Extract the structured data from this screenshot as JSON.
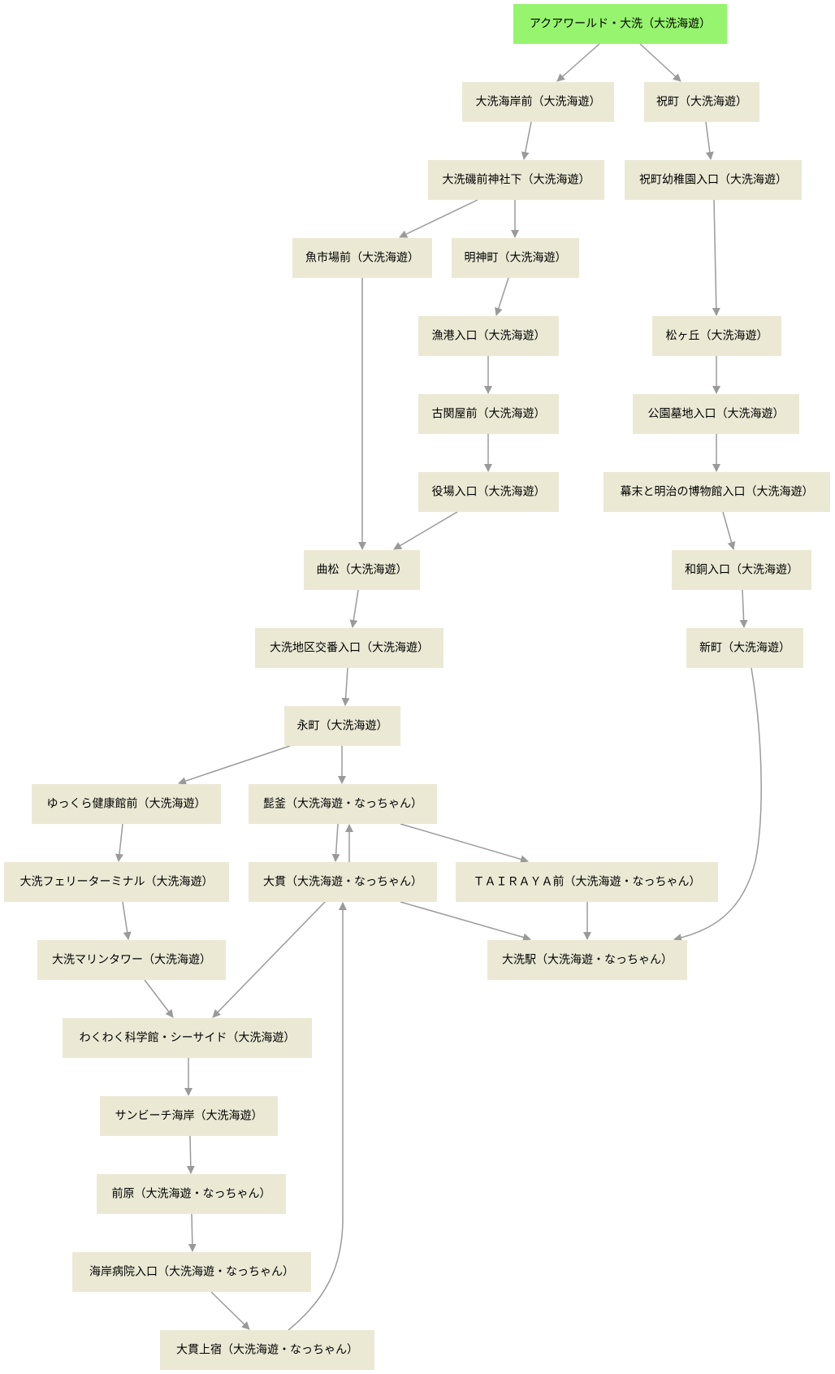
{
  "colors": {
    "node_fill": "#ebe9d4",
    "start_fill": "#96f46e",
    "edge": "#9a9a9a",
    "text": "#000000"
  },
  "nodes": [
    {
      "id": "aquaworld",
      "label": "アクアワールド・大洗（大洗海遊）",
      "start": true
    },
    {
      "id": "kaiganmae",
      "label": "大洗海岸前（大洗海遊）"
    },
    {
      "id": "iwaicho",
      "label": "祝町（大洗海遊）"
    },
    {
      "id": "isosaki",
      "label": "大洗磯前神社下（大洗海遊）"
    },
    {
      "id": "iwai_yochien",
      "label": "祝町幼稚園入口（大洗海遊）"
    },
    {
      "id": "uoichiba",
      "label": "魚市場前（大洗海遊）"
    },
    {
      "id": "myojin",
      "label": "明神町（大洗海遊）"
    },
    {
      "id": "gyoko",
      "label": "漁港入口（大洗海遊）"
    },
    {
      "id": "matsugaoka",
      "label": "松ヶ丘（大洗海遊）"
    },
    {
      "id": "furusekiya",
      "label": "古関屋前（大洗海遊）"
    },
    {
      "id": "koen_bochi",
      "label": "公園墓地入口（大洗海遊）"
    },
    {
      "id": "yakuba",
      "label": "役場入口（大洗海遊）"
    },
    {
      "id": "bakumatsu",
      "label": "幕末と明治の博物館入口（大洗海遊）"
    },
    {
      "id": "magarimatsu",
      "label": "曲松（大洗海遊）"
    },
    {
      "id": "wado",
      "label": "和銅入口（大洗海遊）"
    },
    {
      "id": "koban",
      "label": "大洗地区交番入口（大洗海遊）"
    },
    {
      "id": "shinmachi",
      "label": "新町（大洗海遊）"
    },
    {
      "id": "eicho",
      "label": "永町（大洗海遊）"
    },
    {
      "id": "yukkura",
      "label": "ゆっくら健康館前（大洗海遊）"
    },
    {
      "id": "higegama",
      "label": "髭釜（大洗海遊・なっちゃん）"
    },
    {
      "id": "ferry",
      "label": "大洗フェリーターミナル（大洗海遊）"
    },
    {
      "id": "onuki",
      "label": "大貫（大洗海遊・なっちゃん）"
    },
    {
      "id": "tairaya",
      "label": "ＴＡＩＲＡＹＡ前（大洗海遊・なっちゃん）"
    },
    {
      "id": "marine_tower",
      "label": "大洗マリンタワー（大洗海遊）"
    },
    {
      "id": "oarai_eki",
      "label": "大洗駅（大洗海遊・なっちゃん）"
    },
    {
      "id": "wakuwaku",
      "label": "わくわく科学館・シーサイド（大洗海遊）"
    },
    {
      "id": "sunbeach",
      "label": "サンビーチ海岸（大洗海遊）"
    },
    {
      "id": "maehara",
      "label": "前原（大洗海遊・なっちゃん）"
    },
    {
      "id": "kaigan_byoin",
      "label": "海岸病院入口（大洗海遊・なっちゃん）"
    },
    {
      "id": "onuki_kamijuku",
      "label": "大貫上宿（大洗海遊・なっちゃん）"
    }
  ],
  "edges": [
    {
      "from": "aquaworld",
      "to": "kaiganmae"
    },
    {
      "from": "aquaworld",
      "to": "iwaicho"
    },
    {
      "from": "kaiganmae",
      "to": "isosaki"
    },
    {
      "from": "iwaicho",
      "to": "iwai_yochien"
    },
    {
      "from": "isosaki",
      "to": "uoichiba"
    },
    {
      "from": "isosaki",
      "to": "myojin"
    },
    {
      "from": "iwai_yochien",
      "to": "matsugaoka"
    },
    {
      "from": "myojin",
      "to": "gyoko"
    },
    {
      "from": "gyoko",
      "to": "furusekiya"
    },
    {
      "from": "furusekiya",
      "to": "yakuba"
    },
    {
      "from": "matsugaoka",
      "to": "koen_bochi"
    },
    {
      "from": "koen_bochi",
      "to": "bakumatsu"
    },
    {
      "from": "uoichiba",
      "to": "magarimatsu"
    },
    {
      "from": "yakuba",
      "to": "magarimatsu"
    },
    {
      "from": "bakumatsu",
      "to": "wado"
    },
    {
      "from": "magarimatsu",
      "to": "koban"
    },
    {
      "from": "wado",
      "to": "shinmachi"
    },
    {
      "from": "koban",
      "to": "eicho"
    },
    {
      "from": "eicho",
      "to": "yukkura"
    },
    {
      "from": "eicho",
      "to": "higegama"
    },
    {
      "from": "yukkura",
      "to": "ferry"
    },
    {
      "from": "higegama",
      "to": "onuki"
    },
    {
      "from": "onuki",
      "to": "higegama"
    },
    {
      "from": "higegama",
      "to": "tairaya"
    },
    {
      "from": "ferry",
      "to": "marine_tower"
    },
    {
      "from": "onuki",
      "to": "oarai_eki"
    },
    {
      "from": "tairaya",
      "to": "oarai_eki"
    },
    {
      "from": "shinmachi",
      "to": "oarai_eki"
    },
    {
      "from": "marine_tower",
      "to": "wakuwaku"
    },
    {
      "from": "onuki",
      "to": "wakuwaku"
    },
    {
      "from": "wakuwaku",
      "to": "sunbeach"
    },
    {
      "from": "sunbeach",
      "to": "maehara"
    },
    {
      "from": "maehara",
      "to": "kaigan_byoin"
    },
    {
      "from": "kaigan_byoin",
      "to": "onuki_kamijuku"
    },
    {
      "from": "onuki_kamijuku",
      "to": "onuki"
    }
  ]
}
